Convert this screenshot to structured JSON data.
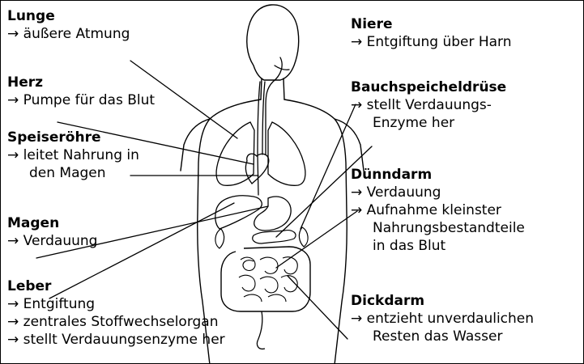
{
  "organs": {
    "lunge": {
      "title": "Lunge",
      "lines": [
        "→ äußere Atmung"
      ]
    },
    "herz": {
      "title": "Herz",
      "lines": [
        "→ Pumpe für das Blut"
      ]
    },
    "speiseroehre": {
      "title": "Speiseröhre",
      "lines": [
        "→ leitet Nahrung in",
        "den Magen"
      ]
    },
    "magen": {
      "title": "Magen",
      "lines": [
        "→ Verdauung"
      ]
    },
    "leber": {
      "title": "Leber",
      "lines": [
        "→ Entgiftung",
        "→ zentrales Stoffwechselorgan",
        "→ stellt Verdauungsenzyme her"
      ]
    },
    "niere": {
      "title": "Niere",
      "lines": [
        "→ Entgiftung über Harn"
      ]
    },
    "bauchspeicheldruese": {
      "title": "Bauchspeicheldrüse",
      "lines": [
        "→ stellt Verdauungs-",
        "Enzyme her"
      ]
    },
    "duenndarm": {
      "title": "Dünndarm",
      "lines": [
        "→ Verdauung",
        "→ Aufnahme kleinster",
        "Nahrungsbestandteile",
        "in das Blut"
      ]
    },
    "dickdarm": {
      "title": "Dickdarm",
      "lines": [
        "→ entzieht unverdaulichen",
        "Resten das Wasser"
      ]
    }
  }
}
